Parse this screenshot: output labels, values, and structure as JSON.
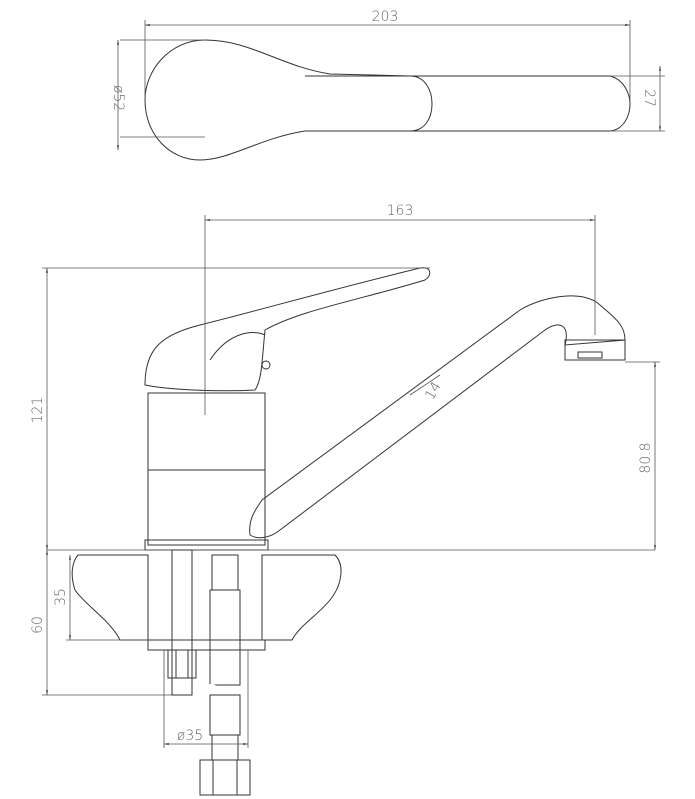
{
  "dimensions": {
    "handle_length": "203",
    "handle_diameter": "ø52",
    "handle_width": "27",
    "spout_reach": "163",
    "total_height": "121",
    "spout_diameter": "14",
    "outlet_height": "80.8",
    "below_counter_length": "60",
    "counter_thickness": "35",
    "mount_diameter": "ø35"
  }
}
